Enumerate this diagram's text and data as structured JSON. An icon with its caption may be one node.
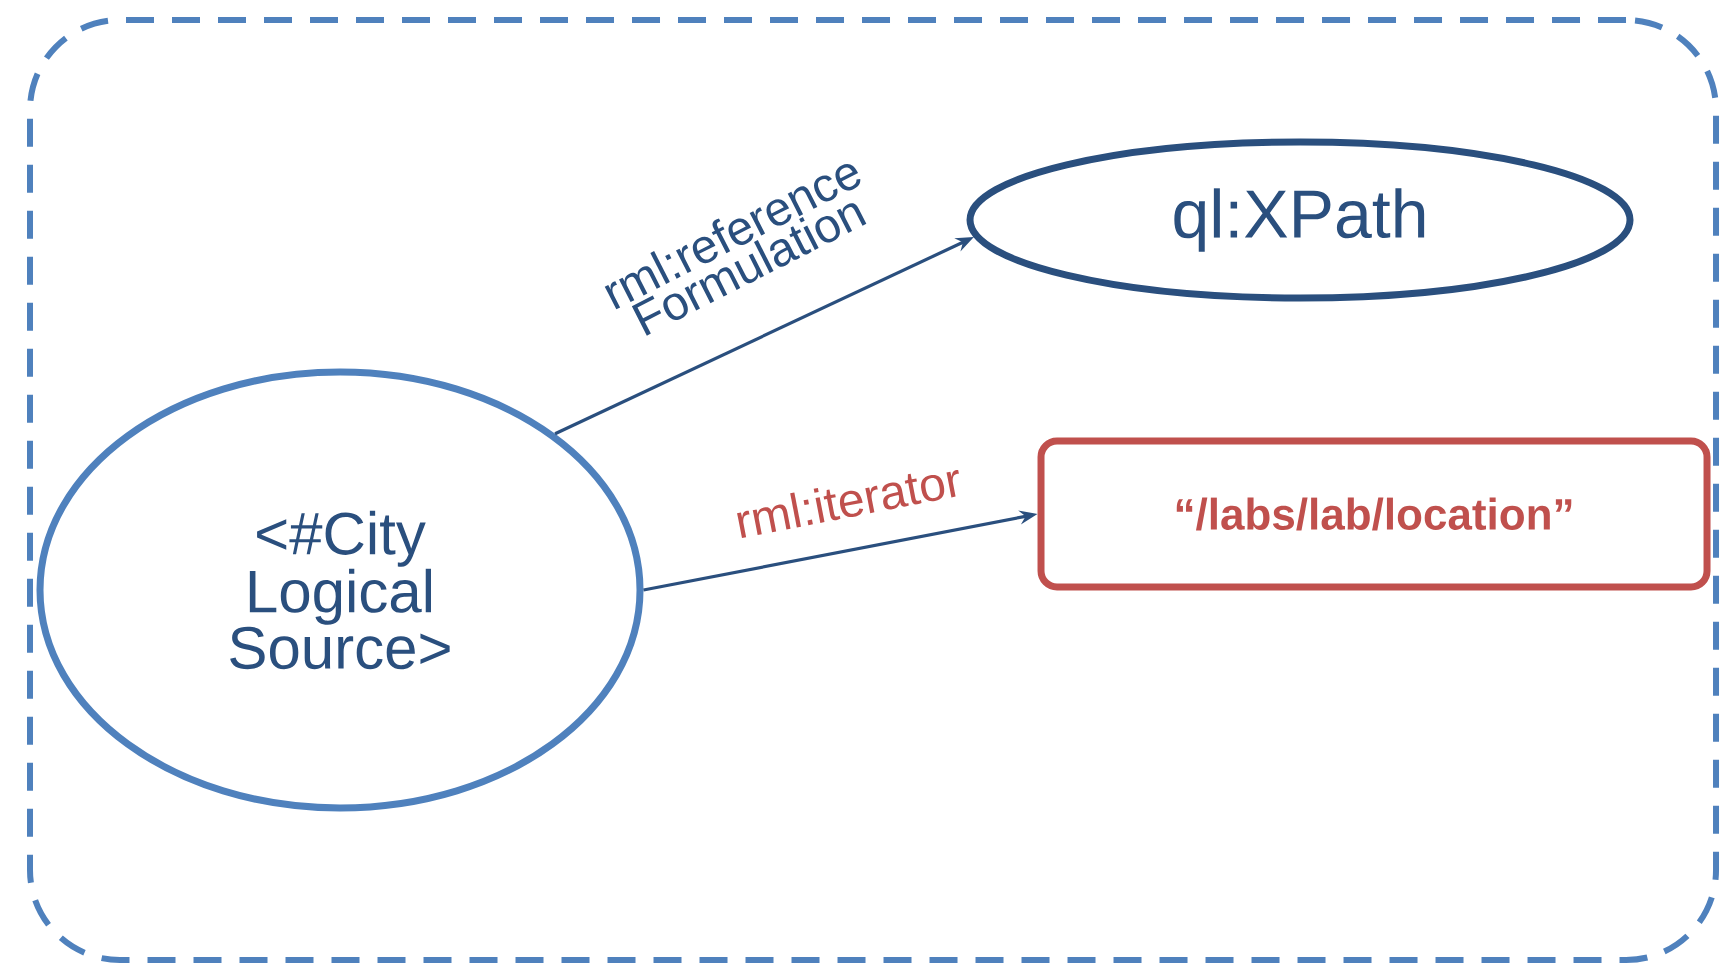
{
  "diagram": {
    "nodes": [
      {
        "text": [],
        "shape": "box"
      },
      {
        "text": [
          "<#City Logical Source>"
        ],
        "in": 0
      },
      {
        "text": [
          "ql:XPath"
        ],
        "in": 0
      },
      {
        "text": [
          "“/labs/lab/location”"
        ],
        "in": 0
      }
    ],
    "edges": [
      {
        "from": 1,
        "to": 2,
        "arrow": "to",
        "label": "rml:reference Formulation"
      },
      {
        "from": 1,
        "to": 3,
        "arrow": "to",
        "label": "rml:iterator"
      }
    ]
  }
}
